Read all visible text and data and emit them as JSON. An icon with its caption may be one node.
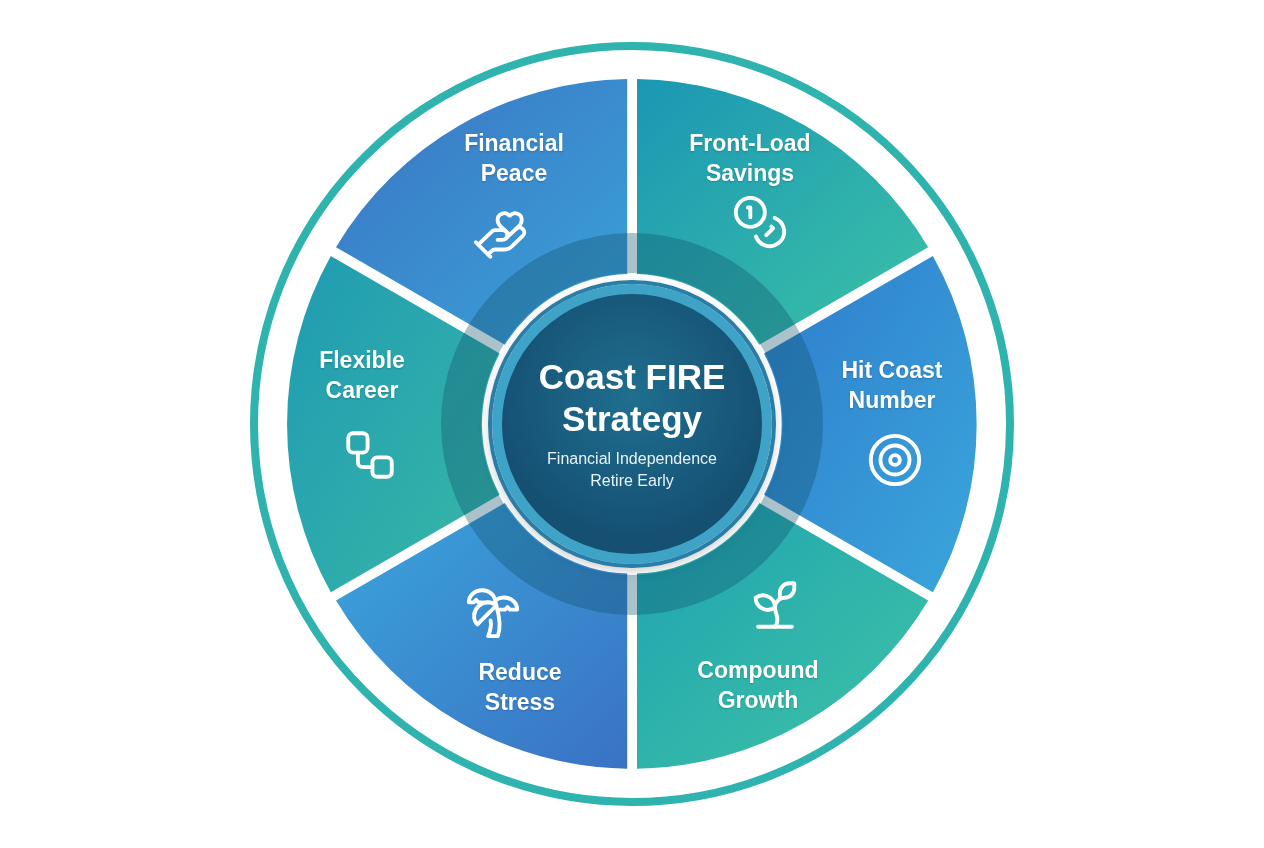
{
  "diagram": {
    "nodes": [
      {
        "text": [
          "Coast FIRE Strategy",
          "Financial Independence Retire Early"
        ]
      },
      {
        "text": [
          "Financial Peace"
        ]
      },
      {
        "text": [
          "Front-Load Savings"
        ]
      },
      {
        "text": [
          "Flexible Career"
        ]
      },
      {
        "text": [
          "Hit Coast Number"
        ]
      },
      {
        "text": [
          "Reduce Stress"
        ]
      },
      {
        "text": [
          "Compound Growth"
        ]
      }
    ]
  }
}
